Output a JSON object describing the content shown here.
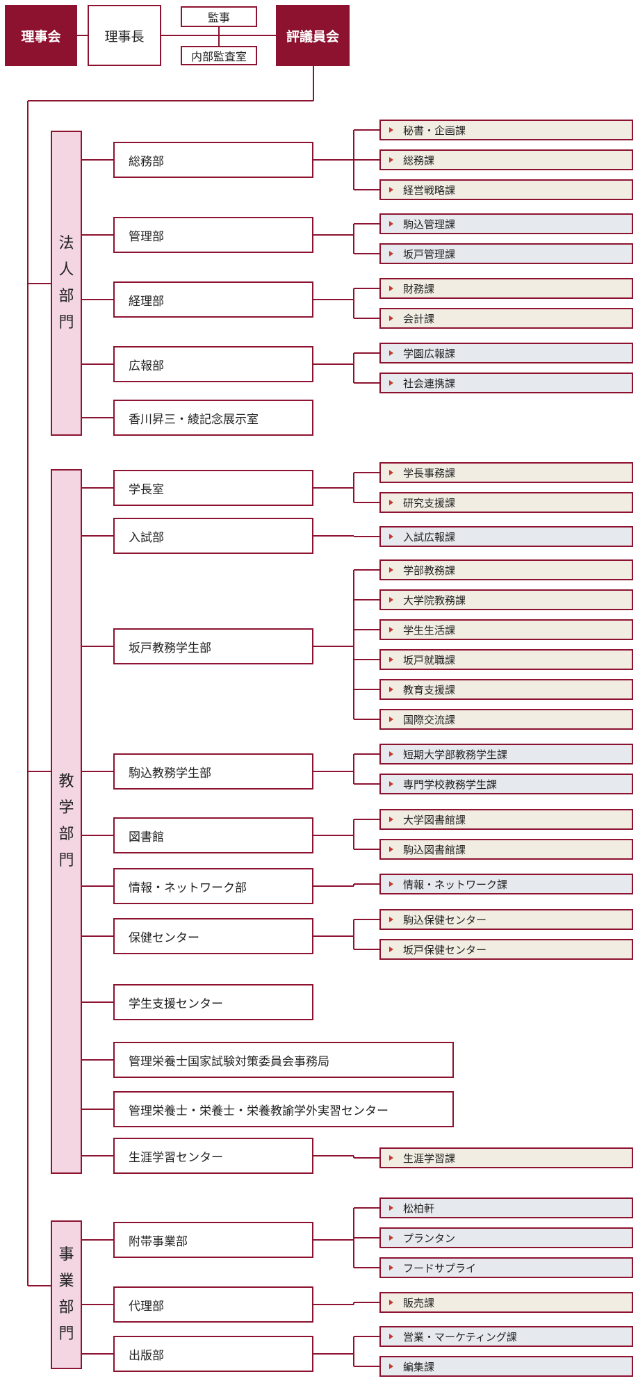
{
  "top": {
    "board": "理事会",
    "chairman": "理事長",
    "auditor": "監事",
    "internal_audit": "内部監査室",
    "council": "評議員会"
  },
  "colors": {
    "line": "#8c1230",
    "dark_box": "#8c1230",
    "division_fill": "#f4d6e3",
    "section_beige": "#f1ede2",
    "section_gray": "#e6e9ee",
    "marker": "#c0392b"
  },
  "divisions": [
    {
      "label": [
        "法",
        "人",
        "部",
        "門"
      ],
      "departments": [
        {
          "name": "総務部",
          "sections": [
            "秘書・企画課",
            "総務課",
            "経営戦略課"
          ]
        },
        {
          "name": "管理部",
          "sections": [
            "駒込管理課",
            "坂戸管理課"
          ]
        },
        {
          "name": "経理部",
          "sections": [
            "財務課",
            "会計課"
          ]
        },
        {
          "name": "広報部",
          "sections": [
            "学園広報課",
            "社会連携課"
          ]
        },
        {
          "name": "香川昇三・綾記念展示室",
          "sections": []
        }
      ]
    },
    {
      "label": [
        "教",
        "学",
        "部",
        "門"
      ],
      "departments": [
        {
          "name": "学長室",
          "sections": [
            "学長事務課",
            "研究支援課"
          ]
        },
        {
          "name": "入試部",
          "sections": [
            "入試広報課"
          ]
        },
        {
          "name": "坂戸教務学生部",
          "sections": [
            "学部教務課",
            "大学院教務課",
            "学生生活課",
            "坂戸就職課",
            "教育支援課",
            "国際交流課"
          ]
        },
        {
          "name": "駒込教務学生部",
          "sections": [
            "短期大学部教務学生課",
            "専門学校教務学生課"
          ]
        },
        {
          "name": "図書館",
          "sections": [
            "大学図書館課",
            "駒込図書館課"
          ]
        },
        {
          "name": "情報・ネットワーク部",
          "sections": [
            "情報・ネットワーク課"
          ]
        },
        {
          "name": "保健センター",
          "sections": [
            "駒込保健センター",
            "坂戸保健センター"
          ]
        },
        {
          "name": "学生支援センター",
          "sections": []
        },
        {
          "name": "管理栄養士国家試験対策委員会事務局",
          "sections": []
        },
        {
          "name": "管理栄養士・栄養士・栄養教諭学外実習センター",
          "sections": []
        },
        {
          "name": "生涯学習センター",
          "sections": [
            "生涯学習課"
          ]
        }
      ]
    },
    {
      "label": [
        "事",
        "業",
        "部",
        "門"
      ],
      "departments": [
        {
          "name": "附帯事業部",
          "sections": [
            "松柏軒",
            "プランタン",
            "フードサプライ"
          ]
        },
        {
          "name": "代理部",
          "sections": [
            "販売課"
          ]
        },
        {
          "name": "出版部",
          "sections": [
            "営業・マーケティング課",
            "編集課"
          ]
        }
      ]
    }
  ]
}
